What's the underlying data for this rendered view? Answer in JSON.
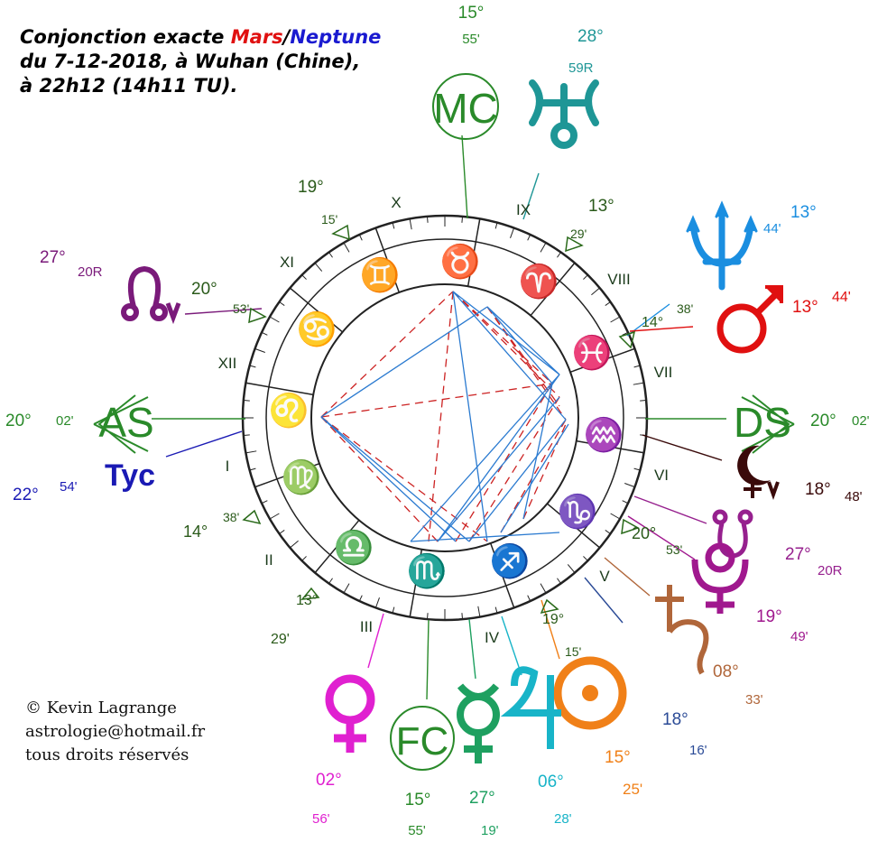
{
  "title": {
    "prefix": "Conjonction exacte ",
    "mars": "Mars",
    "slash": "/",
    "neptune": "Neptune",
    "line2": "du 7-12-2018, à Wuhan (Chine),",
    "line3": "à 22h12 (14h11 TU)."
  },
  "copyright": {
    "line1": "© Kevin Lagrange",
    "line2": "astrologie@hotmail.fr",
    "line3": "tous droits réservés"
  },
  "houses": [
    "I",
    "II",
    "III",
    "IV",
    "V",
    "VI",
    "VII",
    "VIII",
    "IX",
    "X",
    "XI",
    "XII"
  ],
  "cusps": [
    {
      "deg": "19°",
      "min": "15'"
    },
    {
      "deg": "13°",
      "min": "29'"
    },
    {
      "deg": "20°",
      "min": "53'"
    },
    {
      "deg": "14°",
      "min": "38'"
    },
    {
      "deg": "20°",
      "min": "53'"
    },
    {
      "deg": "13°",
      "min": "29'"
    },
    {
      "deg": "19°",
      "min": "15'"
    },
    {
      "deg": "14°",
      "min": "38'"
    }
  ],
  "angles": {
    "as": {
      "label": "AS",
      "deg": "20°",
      "min": "02'"
    },
    "ds": {
      "label": "DS",
      "deg": "20°",
      "min": "02'"
    },
    "mc": {
      "label": "MC",
      "deg": "15°",
      "min": "55'"
    },
    "fc": {
      "label": "FC",
      "deg": "15°",
      "min": "55'"
    }
  },
  "planets": [
    {
      "name": "uranus",
      "deg": "28°",
      "min": "59R",
      "color": "#1e9696"
    },
    {
      "name": "neptune",
      "deg": "13°",
      "min": "44'",
      "color": "#1a8ee0"
    },
    {
      "name": "mars",
      "deg": "13°",
      "min": "44'",
      "color": "#e01010"
    },
    {
      "name": "north-node",
      "deg": "27°",
      "min": "20R",
      "color": "#7a1a7a"
    },
    {
      "name": "tycho",
      "label": "Tyc",
      "deg": "22°",
      "min": "54'",
      "color": "#1a1ab4"
    },
    {
      "name": "black-moon",
      "deg": "18°",
      "min": "48'",
      "color": "#3a0a0a"
    },
    {
      "name": "south-node",
      "deg": "27°",
      "min": "20R",
      "color": "#96208e"
    },
    {
      "name": "pluto",
      "deg": "19°",
      "min": "49'",
      "color": "#a0188e"
    },
    {
      "name": "saturn",
      "deg": "08°",
      "min": "33'",
      "color": "#b0663a"
    },
    {
      "name": "moon",
      "deg": "18°",
      "min": "16'",
      "color": "#2a4a96"
    },
    {
      "name": "sun",
      "deg": "15°",
      "min": "25'",
      "color": "#f08018"
    },
    {
      "name": "jupiter",
      "deg": "06°",
      "min": "28'",
      "color": "#18b4c8"
    },
    {
      "name": "mercury",
      "deg": "27°",
      "min": "19'",
      "color": "#1ea060"
    },
    {
      "name": "venus",
      "deg": "02°",
      "min": "56'",
      "color": "#e020d0"
    }
  ],
  "zodiac_signs": [
    "leo",
    "virgo",
    "libra",
    "scorpio",
    "sagittarius",
    "capricorn",
    "aquarius",
    "pisces",
    "aries",
    "taurus",
    "gemini",
    "cancer"
  ]
}
